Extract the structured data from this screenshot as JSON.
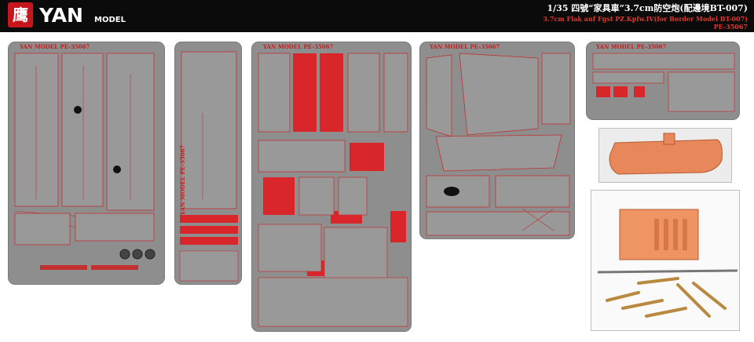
{
  "header": {
    "logo_glyph": "鹰",
    "brand": "YAN",
    "brand_sub": "MODEL",
    "title_main": "1/35 四號“家具車”3.7cm防空炮(配邊境BT-007)",
    "title_sub": "3.7cm Flak auf Fgst PZ.Kpfw.IV(for Border Model BT-007)",
    "product_code": "PE-35067"
  },
  "frets": [
    {
      "id": "fret-1",
      "label": "YAN MODEL  PE-35067"
    },
    {
      "id": "fret-2",
      "label": "YAN MODEL  PE-35067"
    },
    {
      "id": "fret-3",
      "label": "YAN MODEL  PE-35067"
    },
    {
      "id": "fret-4",
      "label": "YAN MODEL  PE-35067"
    },
    {
      "id": "fret-5",
      "label": "YAN MODEL  PE-35067"
    }
  ],
  "colors": {
    "header_bg": "#0b0b0b",
    "brand_red": "#c4161c",
    "fret_metal": "#8e8e8e",
    "etch_red": "#d9262a",
    "resin_orange": "#e8885a",
    "brass": "#b8893f"
  },
  "photos": [
    {
      "id": "resin-barrel-photo",
      "icon": "resin-part"
    },
    {
      "id": "resin-ammo-photo",
      "icon": "resin-ammo-rack"
    }
  ]
}
